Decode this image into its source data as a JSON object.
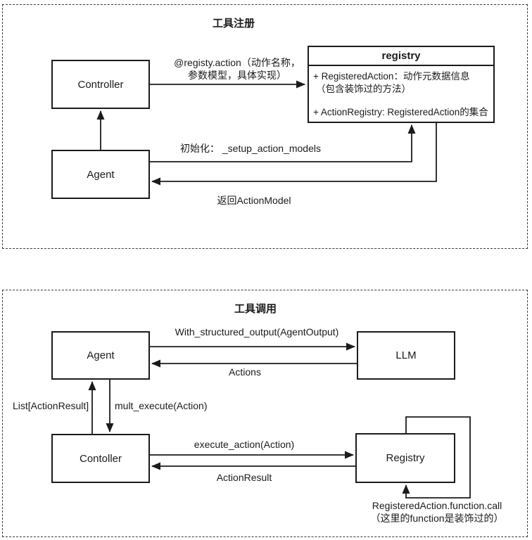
{
  "registration": {
    "title": "工具注册",
    "controller_label": "Controller",
    "agent_label": "Agent",
    "registry_class": {
      "title": "registry",
      "attr1_line1": "+ RegisteredAction：动作元数据信息",
      "attr1_line2": "（包含装饰过的方法）",
      "attr2": "+ ActionRegistry: RegisteredAction的集合"
    },
    "labels": {
      "register_line1": "@registy.action（动作名称，",
      "register_line2": "参数模型，具体实现）",
      "init": "初始化： _setup_action_models",
      "return_model": "返回ActionModel"
    }
  },
  "invocation": {
    "title": "工具调用",
    "agent_label": "Agent",
    "llm_label": "LLM",
    "controller_label": "Contoller",
    "registry_label": "Registry",
    "labels": {
      "structured_output": "With_structured_output(AgentOutput)",
      "actions": "Actions",
      "list_action_result": "List[ActionResult]",
      "mult_execute": "mult_execute(Action)",
      "execute_action": "execute_action(Action)",
      "action_result": "ActionResult",
      "function_call_line1": "RegisteredAction.function.call",
      "function_call_line2": "（这里的function是装饰过的）"
    }
  }
}
